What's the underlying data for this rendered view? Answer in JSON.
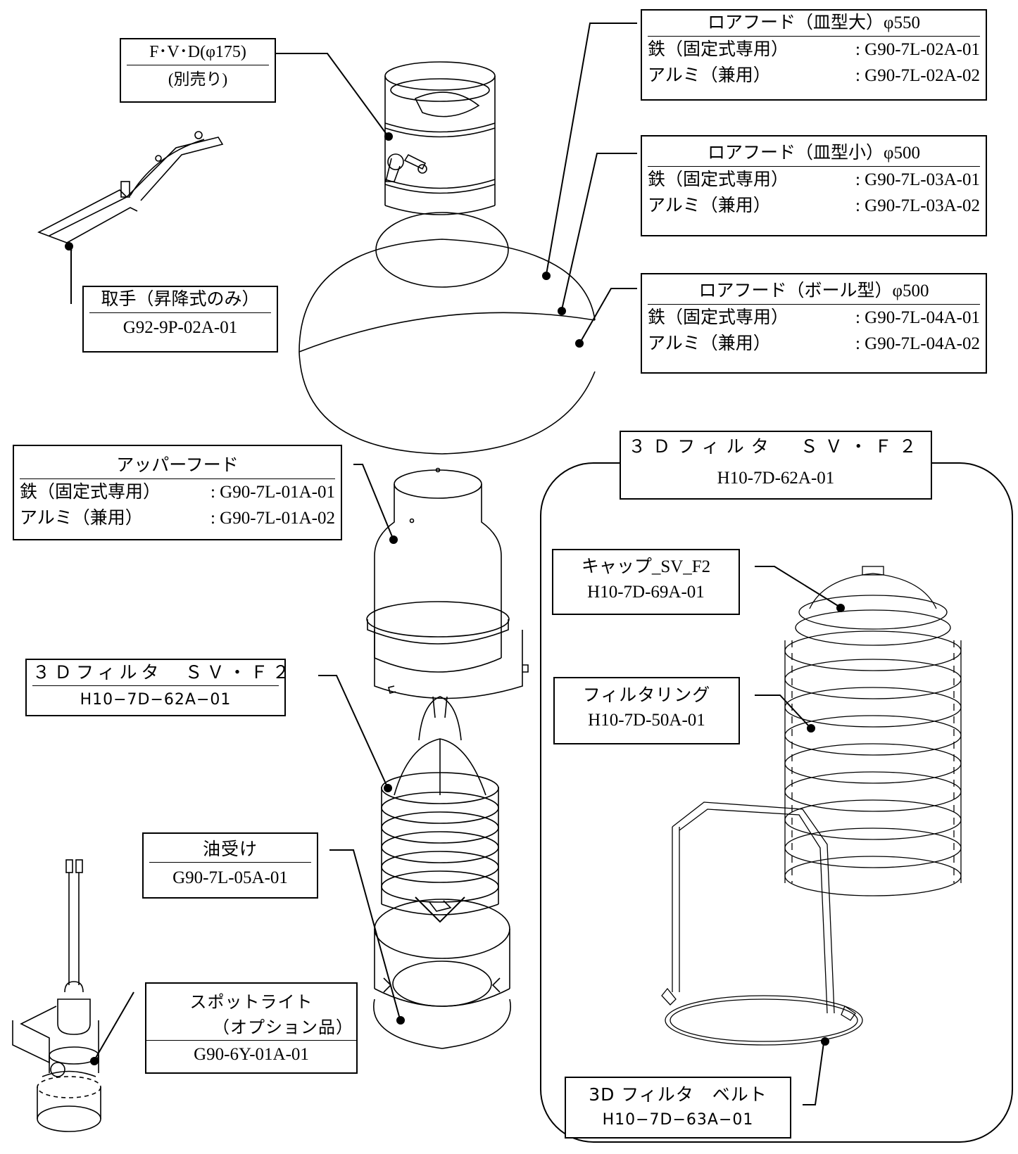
{
  "labels": {
    "fvd": {
      "title": "F･V･D(φ175)",
      "subtitle": "(別売り)"
    },
    "handle": {
      "title": "取手（昇降式のみ）",
      "part": "G92-9P-02A-01"
    },
    "lower_hood_large": {
      "title": "ロアフード（皿型大）φ550",
      "rows": [
        {
          "material": "鉄（固定式専用）",
          "part": ": G90-7L-02A-01"
        },
        {
          "material": "アルミ（兼用）",
          "part": ": G90-7L-02A-02"
        }
      ]
    },
    "lower_hood_small": {
      "title": "ロアフード（皿型小）φ500",
      "rows": [
        {
          "material": "鉄（固定式専用）",
          "part": ": G90-7L-03A-01"
        },
        {
          "material": "アルミ（兼用）",
          "part": ": G90-7L-03A-02"
        }
      ]
    },
    "lower_hood_ball": {
      "title": "ロアフード（ボール型）φ500",
      "rows": [
        {
          "material": "鉄（固定式専用）",
          "part": ": G90-7L-04A-01"
        },
        {
          "material": "アルミ（兼用）",
          "part": ": G90-7L-04A-02"
        }
      ]
    },
    "upper_hood": {
      "title": "アッパーフード",
      "rows": [
        {
          "material": "鉄（固定式専用）",
          "part": ": G90-7L-01A-01"
        },
        {
          "material": "アルミ（兼用）",
          "part": ": G90-7L-01A-02"
        }
      ]
    },
    "filter_left": {
      "title": "３Ｄフィルタ　ＳＶ・Ｆ２",
      "part": "H10−7D−62A−01"
    },
    "oil_pan": {
      "title": "油受け",
      "part": "G90-7L-05A-01"
    },
    "spotlight": {
      "title": "スポットライト",
      "title2": "（オプション品）",
      "part": "G90-6Y-01A-01"
    },
    "filter_group": {
      "title": "３Ｄフィルタ　ＳＶ・Ｆ２",
      "part": "H10-7D-62A-01"
    },
    "cap": {
      "title": "キャップ_SV_F2",
      "part": "H10-7D-69A-01"
    },
    "filter_ring": {
      "title": "フィルタリング",
      "part": "H10-7D-50A-01"
    },
    "filter_belt": {
      "title": "3D フィルタ　ベルト",
      "part": "H10−7D−63A−01"
    }
  }
}
